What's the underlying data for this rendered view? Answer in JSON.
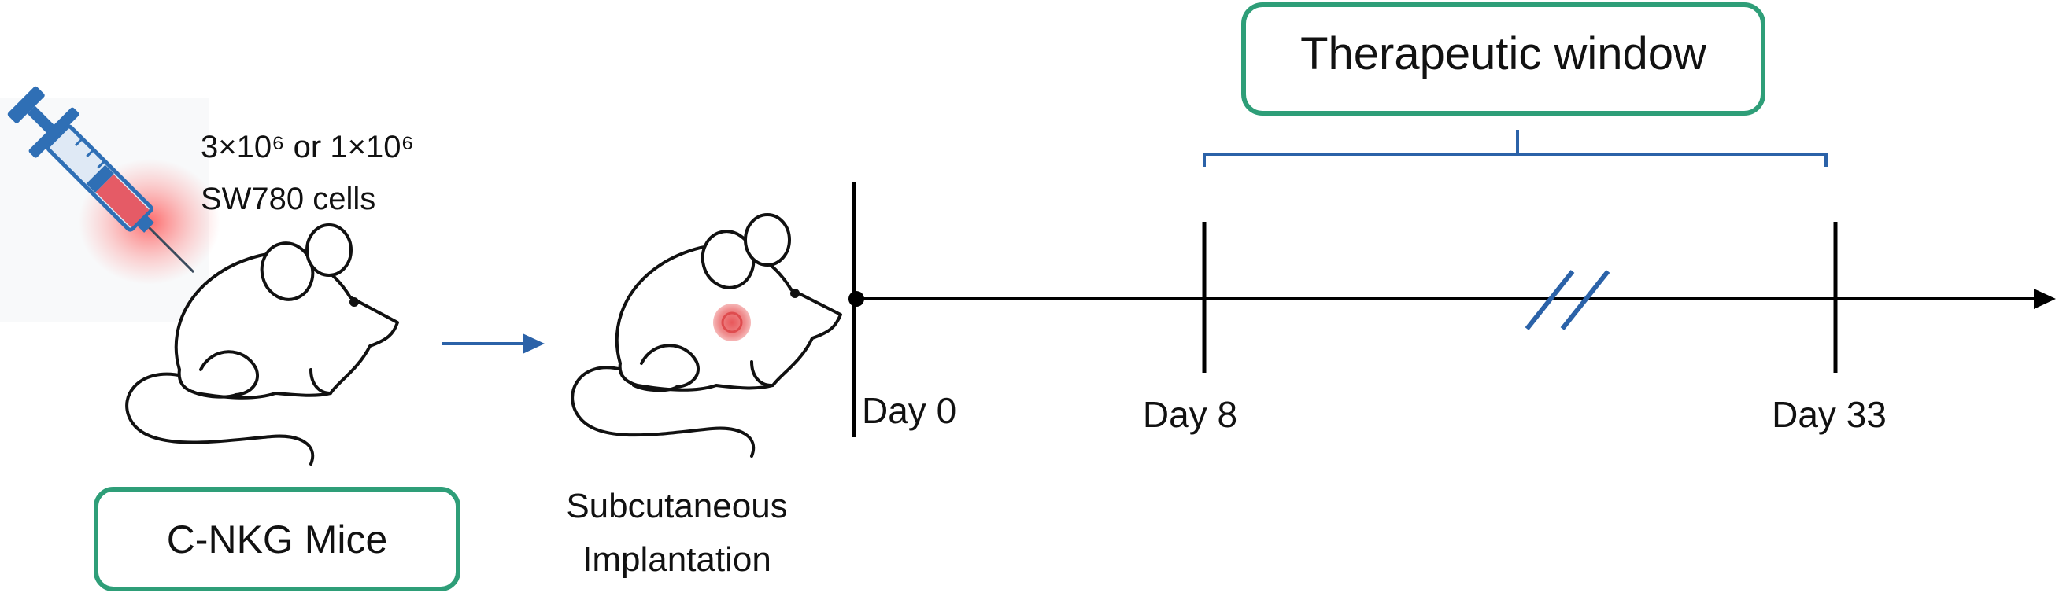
{
  "injection": {
    "dose_line_1": "3×10⁶ or 1×10⁶",
    "dose_line_2": "SW780 cells"
  },
  "mice_label": "C-NKG Mice",
  "implantation": {
    "line_1": "Subcutaneous",
    "line_2": "Implantation"
  },
  "timeline": {
    "day_0": "Day 0",
    "day_8": "Day 8",
    "day_33": "Day 33"
  },
  "therapeutic_window_label": "Therapeutic window",
  "colors": {
    "box_border": "#2e9e78",
    "accent_blue": "#2b62a8",
    "tumor_red": "#e8575a",
    "syringe_blue": "#2f6fb5",
    "ink": "#111111"
  }
}
